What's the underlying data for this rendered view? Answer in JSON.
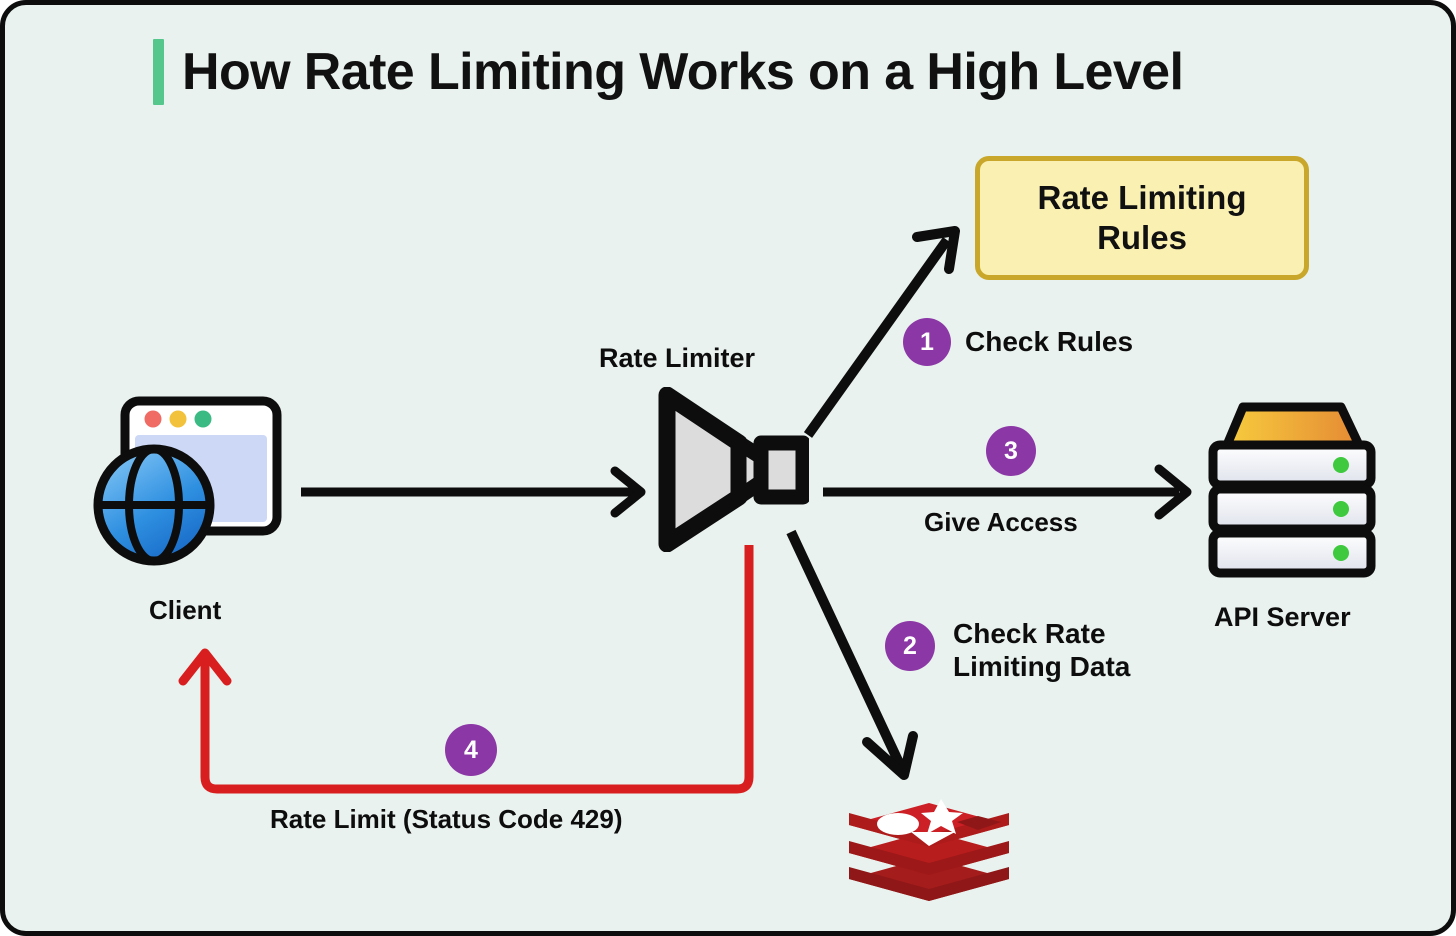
{
  "page": {
    "title": "How Rate Limiting Works on a High Level",
    "background_color": "#e9f2ee",
    "accent_bar_color": "#55c78c",
    "frame_border_color": "#0d0d0d"
  },
  "nodes": {
    "client": {
      "label": "Client",
      "icon": "browser-window-globe-icon",
      "dots": [
        "#ef6b63",
        "#f3c23c",
        "#3cba84"
      ]
    },
    "rate_limiter": {
      "label": "Rate Limiter",
      "icon": "funnel-filter-icon"
    },
    "rules": {
      "label": "Rate Limiting Rules",
      "fill_color": "#faf0b2",
      "border_color": "#c9a72a"
    },
    "api_server": {
      "label": "API Server",
      "icon": "server-rack-icon",
      "top_gradient": [
        "#f5c342",
        "#e8903a"
      ],
      "led_color": "#3ec93e"
    },
    "redis": {
      "label": "",
      "icon": "redis-logo-icon",
      "color": "#cc2026"
    }
  },
  "steps": [
    {
      "number": "1",
      "label": "Check Rules",
      "badge_color": "#8c37a6"
    },
    {
      "number": "2",
      "label": "Check Rate\nLimiting Data",
      "badge_color": "#8c37a6"
    },
    {
      "number": "3",
      "label": "Give Access",
      "badge_color": "#8c37a6"
    },
    {
      "number": "4",
      "label": "Rate Limit (Status Code 429)",
      "badge_color": "#8c37a6"
    }
  ],
  "arrows": {
    "client_to_limiter": {
      "color": "#0d0d0d",
      "label": ""
    },
    "limiter_to_rules": {
      "color": "#0d0d0d",
      "label": "Check Rules"
    },
    "limiter_to_server": {
      "color": "#0d0d0d",
      "label": "Give Access"
    },
    "limiter_to_redis": {
      "color": "#0d0d0d",
      "label": "Check Rate Limiting Data"
    },
    "limiter_to_client": {
      "color": "#d81e1e",
      "label": "Rate Limit (Status Code 429)"
    }
  }
}
